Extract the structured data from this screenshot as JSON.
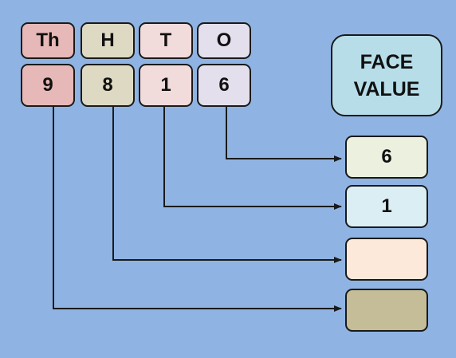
{
  "place_headers": [
    {
      "key": "thousands",
      "label": "Th",
      "color": "#e6b8b7"
    },
    {
      "key": "hundreds",
      "label": "H",
      "color": "#ddd9c3"
    },
    {
      "key": "tens",
      "label": "T",
      "color": "#f2dcdb"
    },
    {
      "key": "ones",
      "label": "O",
      "color": "#e4dfec"
    }
  ],
  "digits": [
    {
      "key": "thousands",
      "value": "9",
      "color": "#e6b8b7"
    },
    {
      "key": "hundreds",
      "value": "8",
      "color": "#ddd9c3"
    },
    {
      "key": "tens",
      "value": "1",
      "color": "#f2dcdb"
    },
    {
      "key": "ones",
      "value": "6",
      "color": "#e4dfec"
    }
  ],
  "face_value_title": {
    "line1": "FACE",
    "line2": "VALUE",
    "color": "#b7dee8"
  },
  "results": [
    {
      "key": "ones",
      "value": "6",
      "color": "#ebf1de"
    },
    {
      "key": "tens",
      "value": "1",
      "color": "#dbeef4"
    },
    {
      "key": "hundreds",
      "value": "",
      "color": "#fde9d9"
    },
    {
      "key": "thousands",
      "value": "",
      "color": "#c4bd97"
    }
  ]
}
